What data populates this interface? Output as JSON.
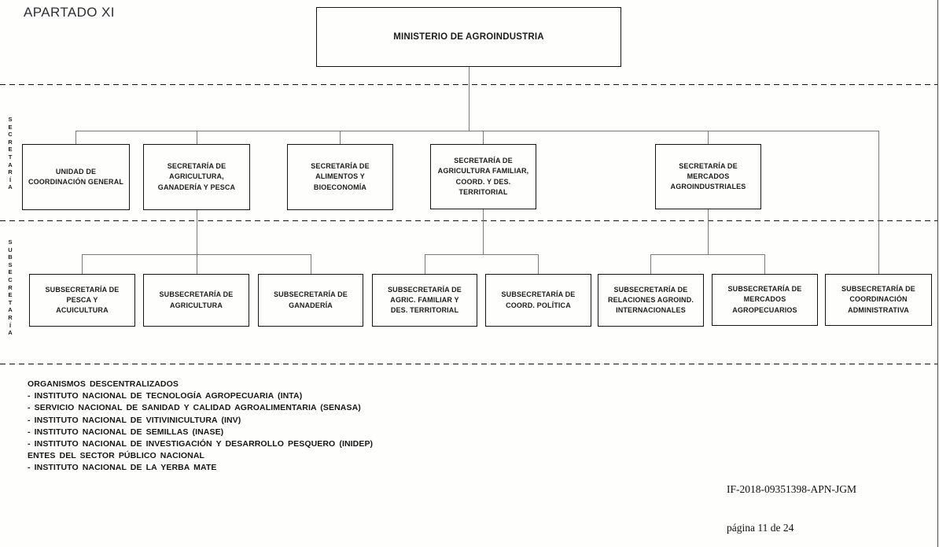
{
  "title": "APARTADO XI",
  "ministry": {
    "label": "MINISTERIO DE AGROINDUSTRIA"
  },
  "bands": {
    "secretaria": "SECRETARÍA",
    "subsecretaria": "SUBSECRETARÍA"
  },
  "secretarias": [
    {
      "label": "UNIDAD DE\nCOORDINACIÓN GENERAL"
    },
    {
      "label": "SECRETARÍA DE\nAGRICULTURA,\nGANADERÍA Y PESCA"
    },
    {
      "label": "SECRETARÍA DE\nALIMENTOS Y BIOECONOMÍA"
    },
    {
      "label": "SECRETARÍA DE\nAGRICULTURA FAMILIAR,\nCOORD. Y DES. TERRITORIAL"
    },
    {
      "label": "SECRETARÍA DE\nMERCADOS\nAGROINDUSTRIALES"
    }
  ],
  "subsecretarias": [
    {
      "label": "SUBSECRETARÍA DE\nPESCA Y\nACUICULTURA"
    },
    {
      "label": "SUBSECRETARÍA DE\nAGRICULTURA"
    },
    {
      "label": "SUBSECRETARÍA DE\nGANADERÍA"
    },
    {
      "label": "SUBSECRETARÍA DE\nAGRIC. FAMILIAR Y\nDES. TERRITORIAL"
    },
    {
      "label": "SUBSECRETARÍA DE\nCOORD. POLÍTICA"
    },
    {
      "label": "SUBSECRETARÍA DE\nRELACIONES AGROIND.\nINTERNACIONALES"
    },
    {
      "label": "SUBSECRETARÍA DE\nMERCADOS\nAGROPECUARIOS"
    },
    {
      "label": "SUBSECRETARÍA DE\nCOORDINACIÓN\nADMINISTRATIVA"
    }
  ],
  "annex": {
    "decentralized_header": "ORGANISMOS DESCENTRALIZADOS",
    "decentralized_items": [
      "- INSTITUTO NACIONAL DE TECNOLOGÍA AGROPECUARIA (INTA)",
      "- SERVICIO NACIONAL DE SANIDAD Y CALIDAD AGROALIMENTARIA (SENASA)",
      "- INSTITUTO NACIONAL DE VITIVINICULTURA (INV)",
      "- INSTITUTO NACIONAL DE SEMILLAS (INASE)",
      "- INSTITUTO NACIONAL DE INVESTIGACIÓN Y DESARROLLO PESQUERO (INIDEP)"
    ],
    "entes_header": "ENTES DEL SECTOR PÚBLICO NACIONAL",
    "entes_items": [
      "- INSTITUTO NACIONAL DE LA YERBA MATE"
    ]
  },
  "footer": {
    "document_id": "IF-2018-09351398-APN-JGM",
    "page_number": "página 11 de 24"
  },
  "colors": {
    "box_border": "#141414",
    "connector": "#7a7a7a",
    "dashed_line": "#141414",
    "text": "#1c1c1c",
    "background": "#fefefd"
  }
}
